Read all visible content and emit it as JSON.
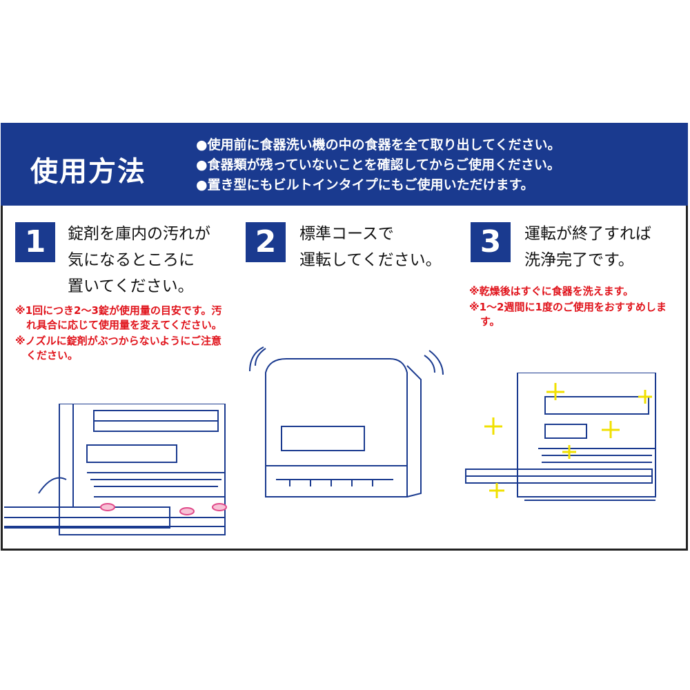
{
  "header": {
    "title": "使用方法",
    "notes": [
      "●使用前に食器洗い機の中の食器を全て取り出してください。",
      "●食器類が残っていないことを確認してからご使用ください。",
      "●置き型にもビルトインタイプにもご使用いただけます。"
    ]
  },
  "steps": [
    {
      "number": "1",
      "lines": [
        "錠剤を庫内の汚れが",
        "気になるところに",
        "置いてください。"
      ],
      "notes": [
        "※1回につき2〜3錠が使用量の目安です。汚れ具合に応じて使用量を変えてください。",
        "※ノズルに錠剤がぶつからないようにご注意ください。"
      ]
    },
    {
      "number": "2",
      "lines": [
        "標準コースで",
        "運転してください。"
      ],
      "notes": []
    },
    {
      "number": "3",
      "lines": [
        "運転が終了すれば",
        "洗浄完了です。"
      ],
      "notes": [
        "※乾燥後はすぐに食器を洗えます。",
        "※1〜2週間に1度のご使用をおすすめします。"
      ]
    }
  ],
  "colors": {
    "brand": "#1a3a8f",
    "warning": "#e0121a"
  }
}
